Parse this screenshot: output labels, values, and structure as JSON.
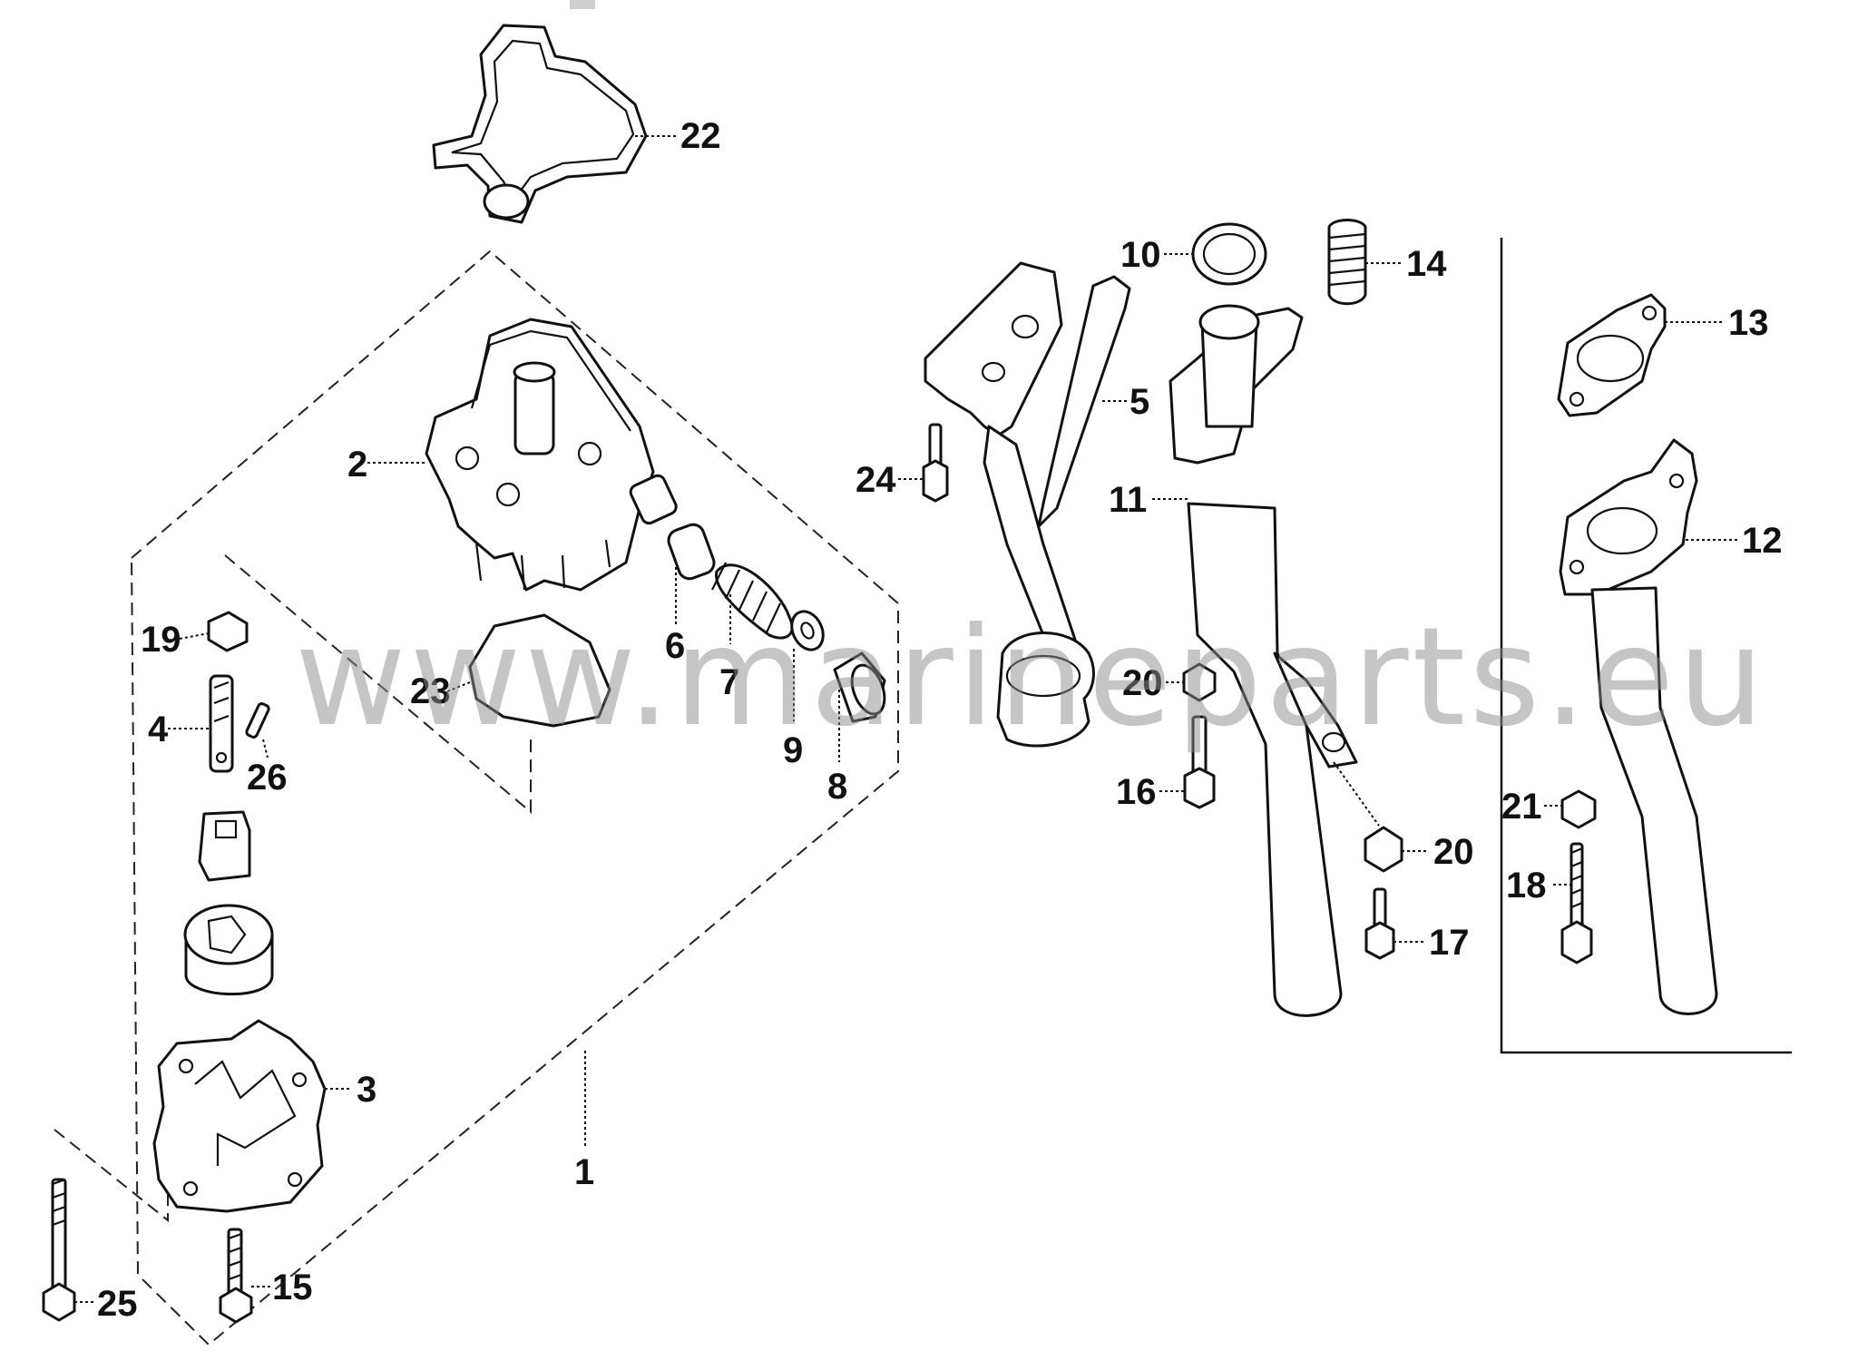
{
  "watermark": "www.marineparts.eu",
  "labels": {
    "p1": "1",
    "p2": "2",
    "p3": "3",
    "p4": "4",
    "p5": "5",
    "p6": "6",
    "p7": "7",
    "p8": "8",
    "p9": "9",
    "p10": "10",
    "p11": "11",
    "p12": "12",
    "p13": "13",
    "p14": "14",
    "p15": "15",
    "p16": "16",
    "p17": "17",
    "p18": "18",
    "p19": "19",
    "p20a": "20",
    "p20b": "20",
    "p21": "21",
    "p22": "22",
    "p23": "23",
    "p24": "24",
    "p25": "25",
    "p26": "26"
  }
}
